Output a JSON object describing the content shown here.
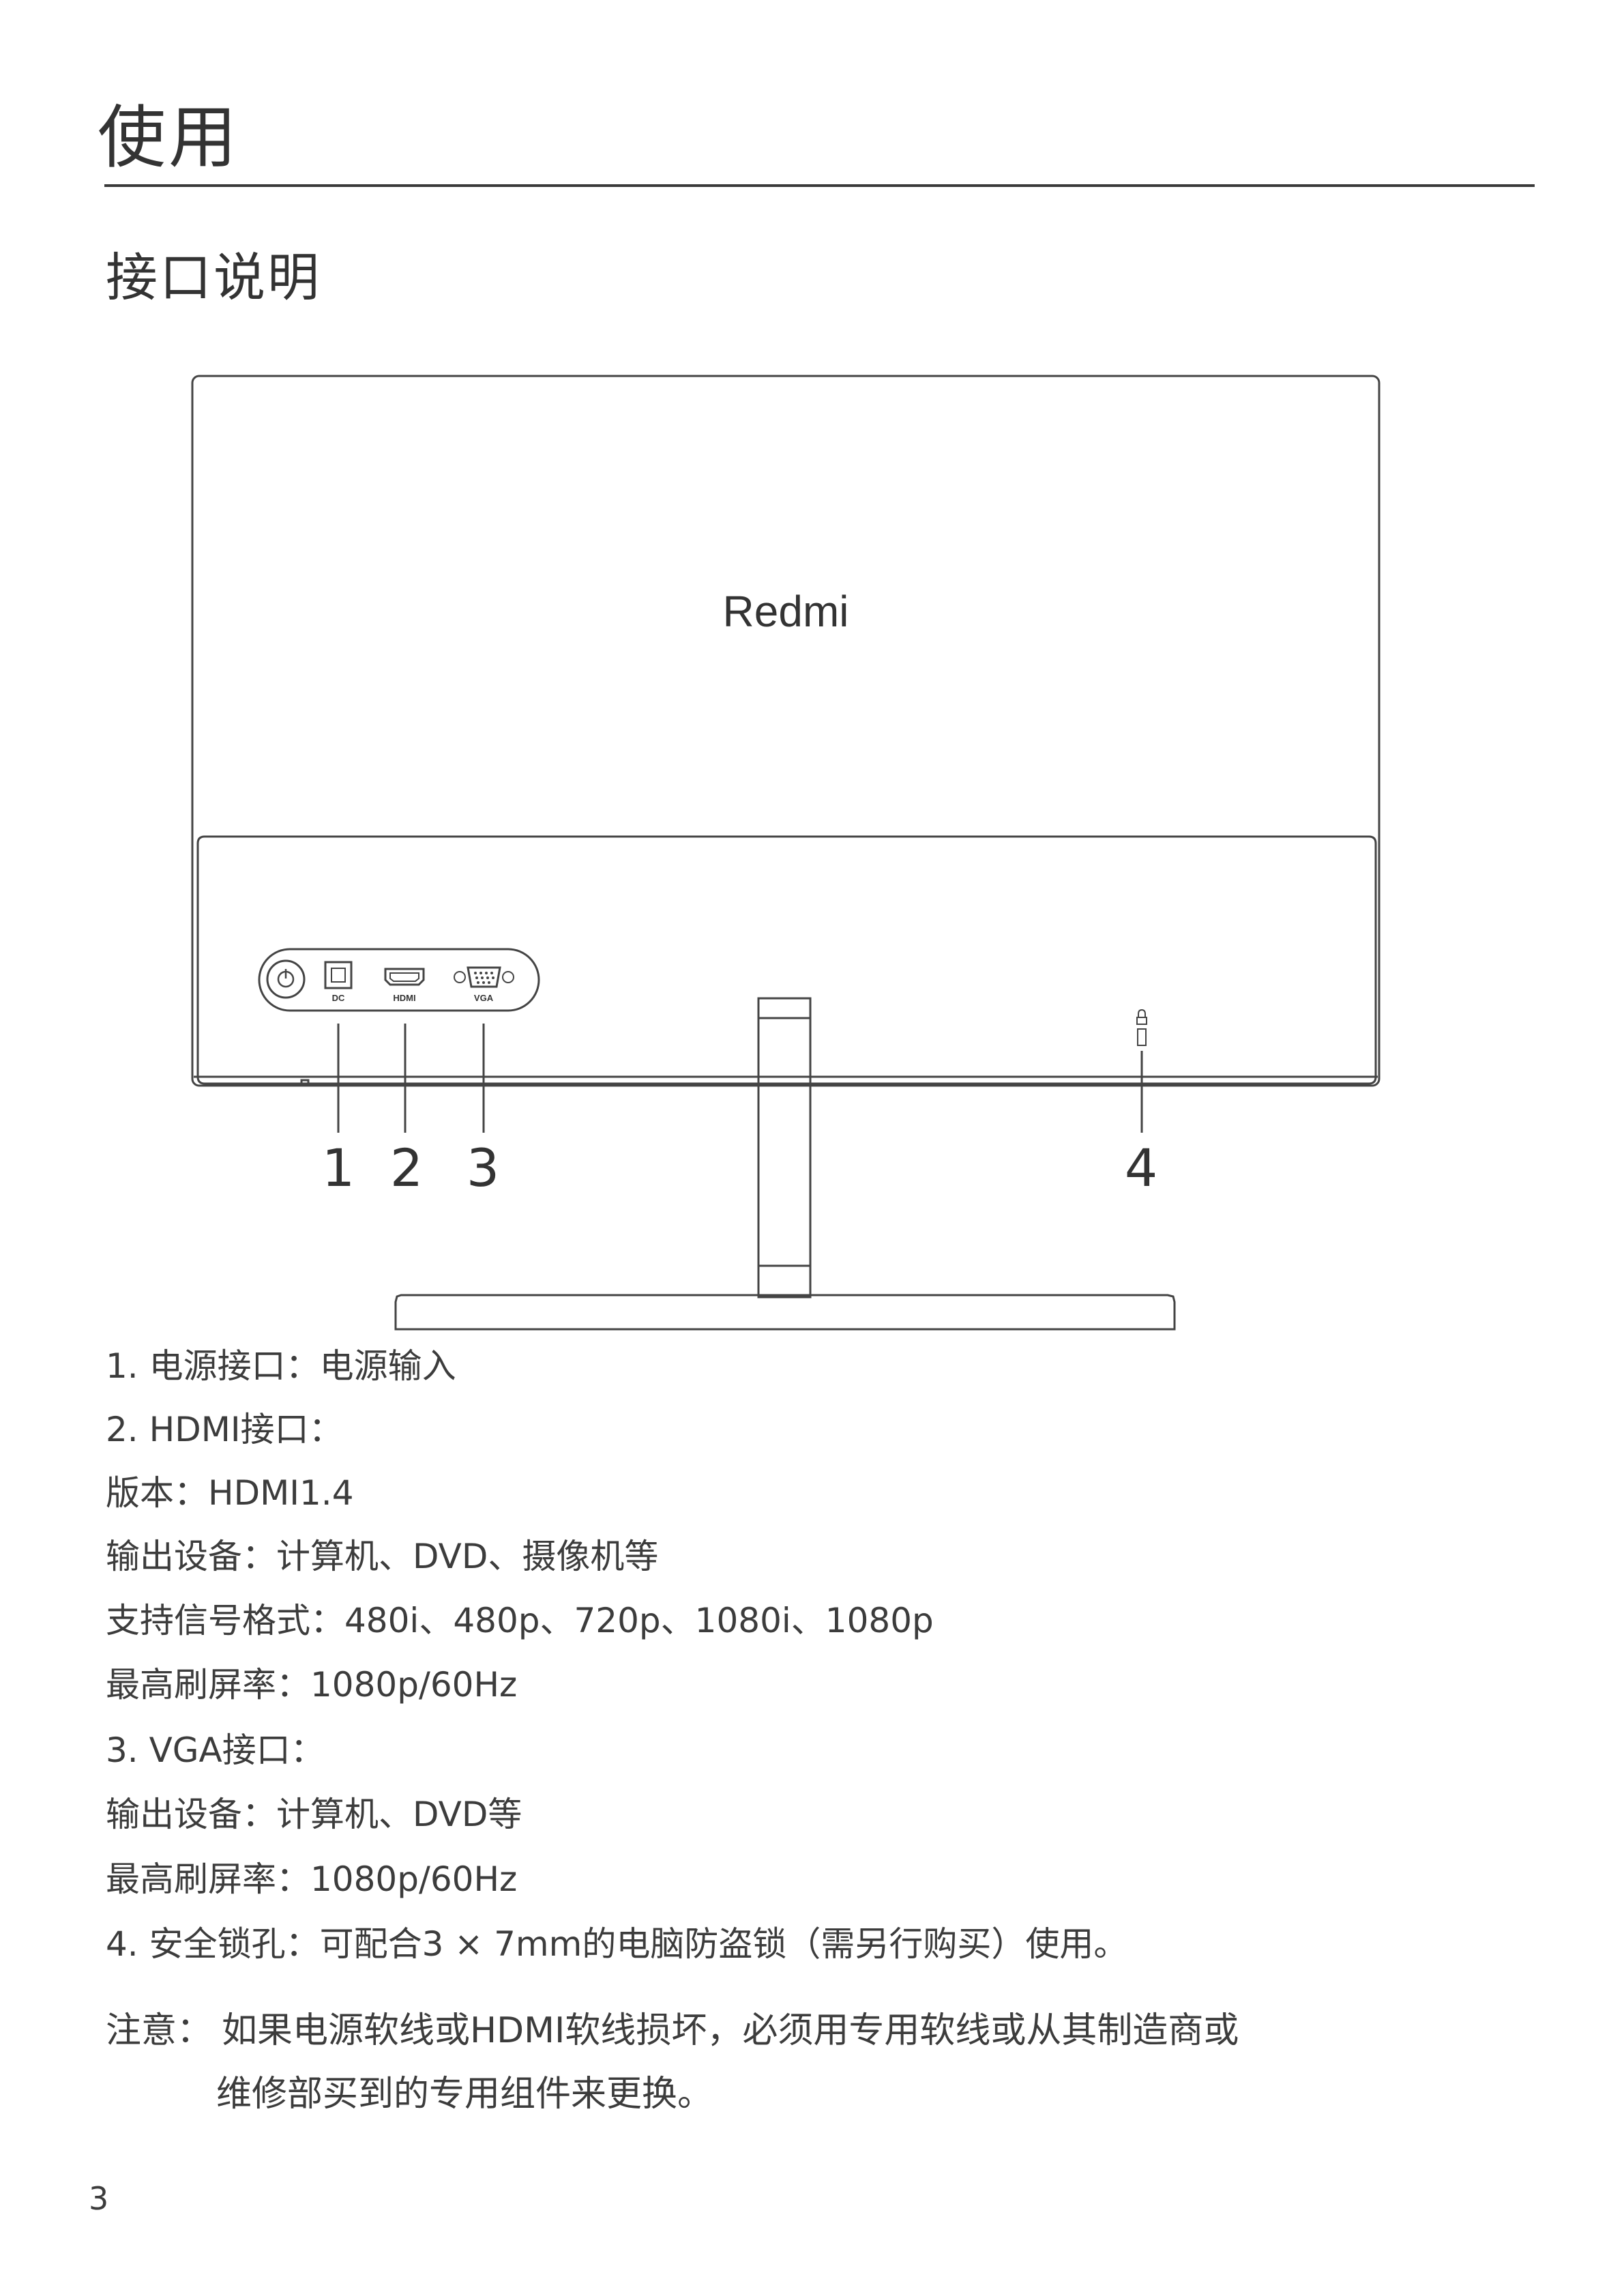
{
  "header": {
    "title": "使用"
  },
  "section": {
    "title": "接口说明"
  },
  "figure": {
    "brand_logo": "Redmi",
    "port_labels": {
      "dc": "DC",
      "hdmi": "HDMI",
      "vga": "VGA"
    },
    "callouts": [
      "1",
      "2",
      "3",
      "4"
    ]
  },
  "specs": [
    "1. 电源接口：电源输入",
    "2. HDMI接口：",
    "版本：HDMI1.4",
    "输出设备：计算机、DVD、摄像机等",
    "支持信号格式：480i、480p、720p、1080i、1080p",
    "最高刷屏率：1080p/60Hz",
    "3. VGA接口：",
    "输出设备：计算机、DVD等",
    "最高刷屏率：1080p/60Hz",
    "4. 安全锁孔：可配合3 × 7mm的电脑防盗锁（需另行购买）使用。"
  ],
  "note": {
    "label": "注意：",
    "line1": "如果电源软线或HDMI软线损坏，必须用专用软线或从其制造商或",
    "line2": "维修部买到的专用组件来更换。"
  },
  "page_number": "3"
}
